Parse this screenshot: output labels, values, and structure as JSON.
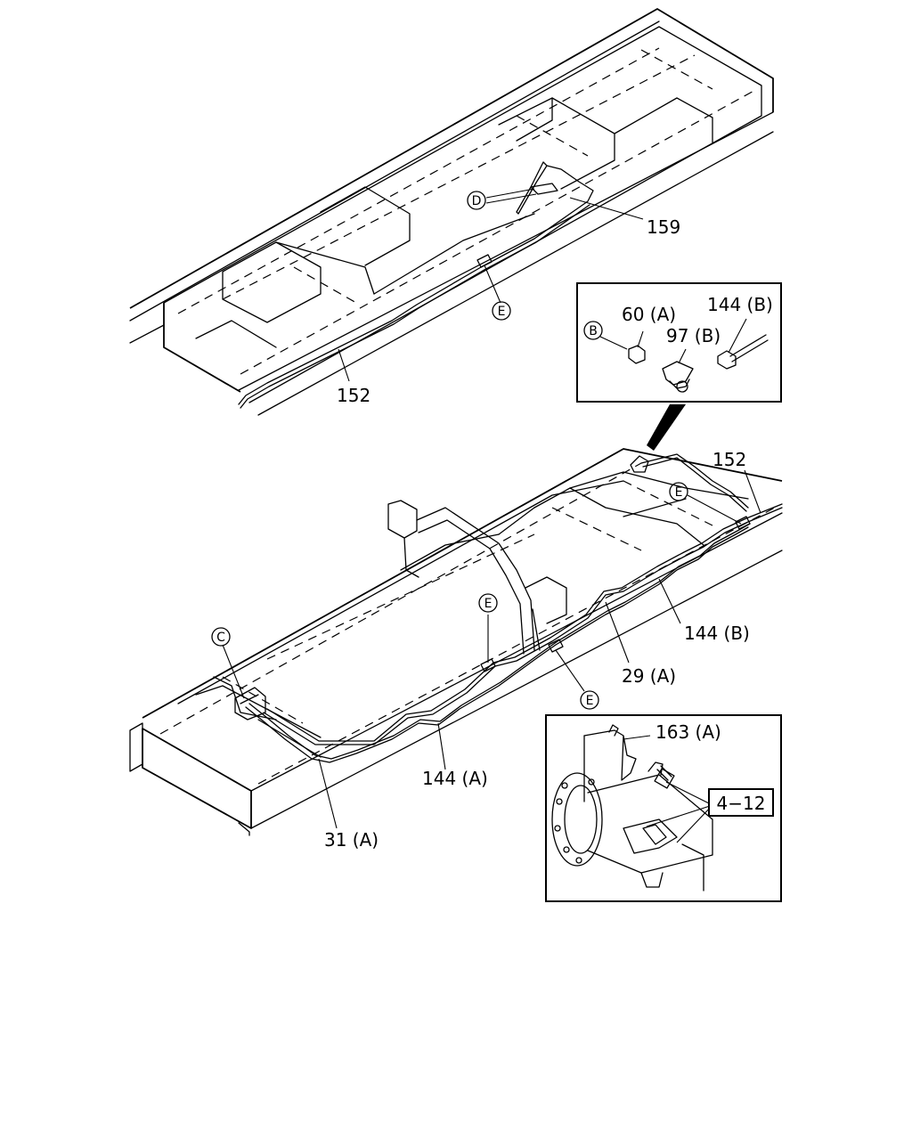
{
  "callouts": {
    "c_159": "159",
    "c_152_top": "152",
    "c_60a": "60 (A)",
    "c_144b_inset": "144 (B)",
    "c_97b": "97 (B)",
    "c_152_mid": "152",
    "c_144b": "144 (B)",
    "c_29a": "29 (A)",
    "c_144a": "144 (A)",
    "c_31a": "31 (A)",
    "c_163a": "163 (A)",
    "c_4_12": "4−12"
  },
  "circle_refs": {
    "d_top": "D",
    "e_top": "E",
    "b_inset": "B",
    "e_right": "E",
    "e_mid": "E",
    "c_left": "C",
    "e_low": "E"
  }
}
